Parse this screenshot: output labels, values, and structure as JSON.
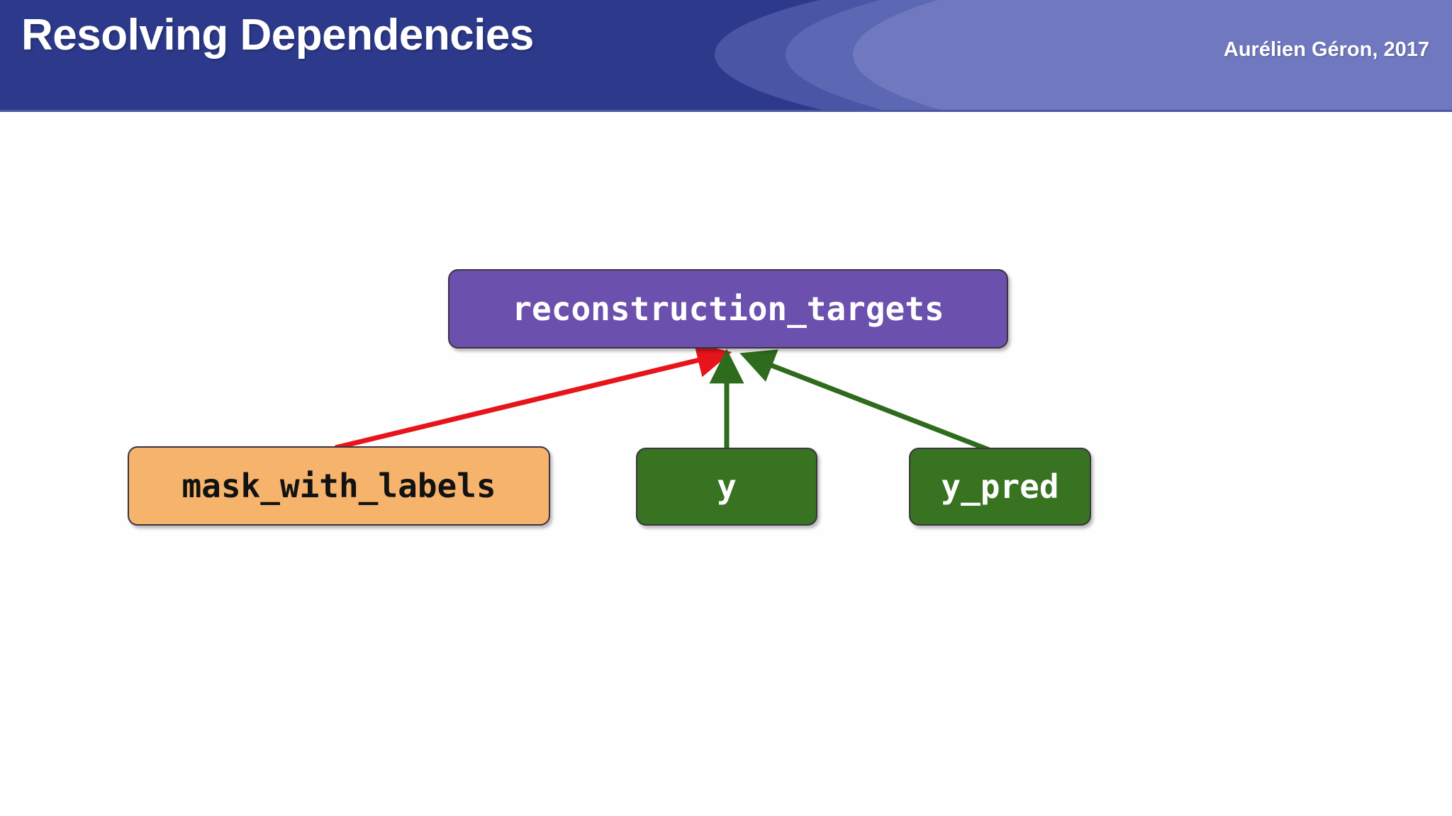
{
  "slide": {
    "background_color": "#fefefe",
    "header": {
      "title": "Resolving Dependencies",
      "credit": "Aurélien Géron, 2017",
      "background_color": "#2d3a8c",
      "title_color": "#ffffff",
      "deco_colors": [
        "#4a55a5",
        "#5d68b4",
        "#7079c0"
      ]
    },
    "diagram": {
      "type": "dependency-graph",
      "nodes": [
        {
          "id": "reconstruction_targets",
          "label": "reconstruction_targets",
          "fill": "#6b50ae",
          "text_color": "#ffffff",
          "role": "target"
        },
        {
          "id": "mask_with_labels",
          "label": "mask_with_labels",
          "fill": "#f5b36c",
          "text_color": "#121212",
          "role": "placeholder"
        },
        {
          "id": "y",
          "label": "y",
          "fill": "#377320",
          "text_color": "#ffffff",
          "role": "input"
        },
        {
          "id": "y_pred",
          "label": "y_pred",
          "fill": "#377320",
          "text_color": "#ffffff",
          "role": "input"
        }
      ],
      "edges": [
        {
          "from": "mask_with_labels",
          "to": "reconstruction_targets",
          "color": "#e8141b",
          "style": "arrow"
        },
        {
          "from": "y",
          "to": "reconstruction_targets",
          "color": "#2f6b1c",
          "style": "arrow"
        },
        {
          "from": "y_pred",
          "to": "reconstruction_targets",
          "color": "#2f6b1c",
          "style": "arrow"
        }
      ]
    }
  }
}
